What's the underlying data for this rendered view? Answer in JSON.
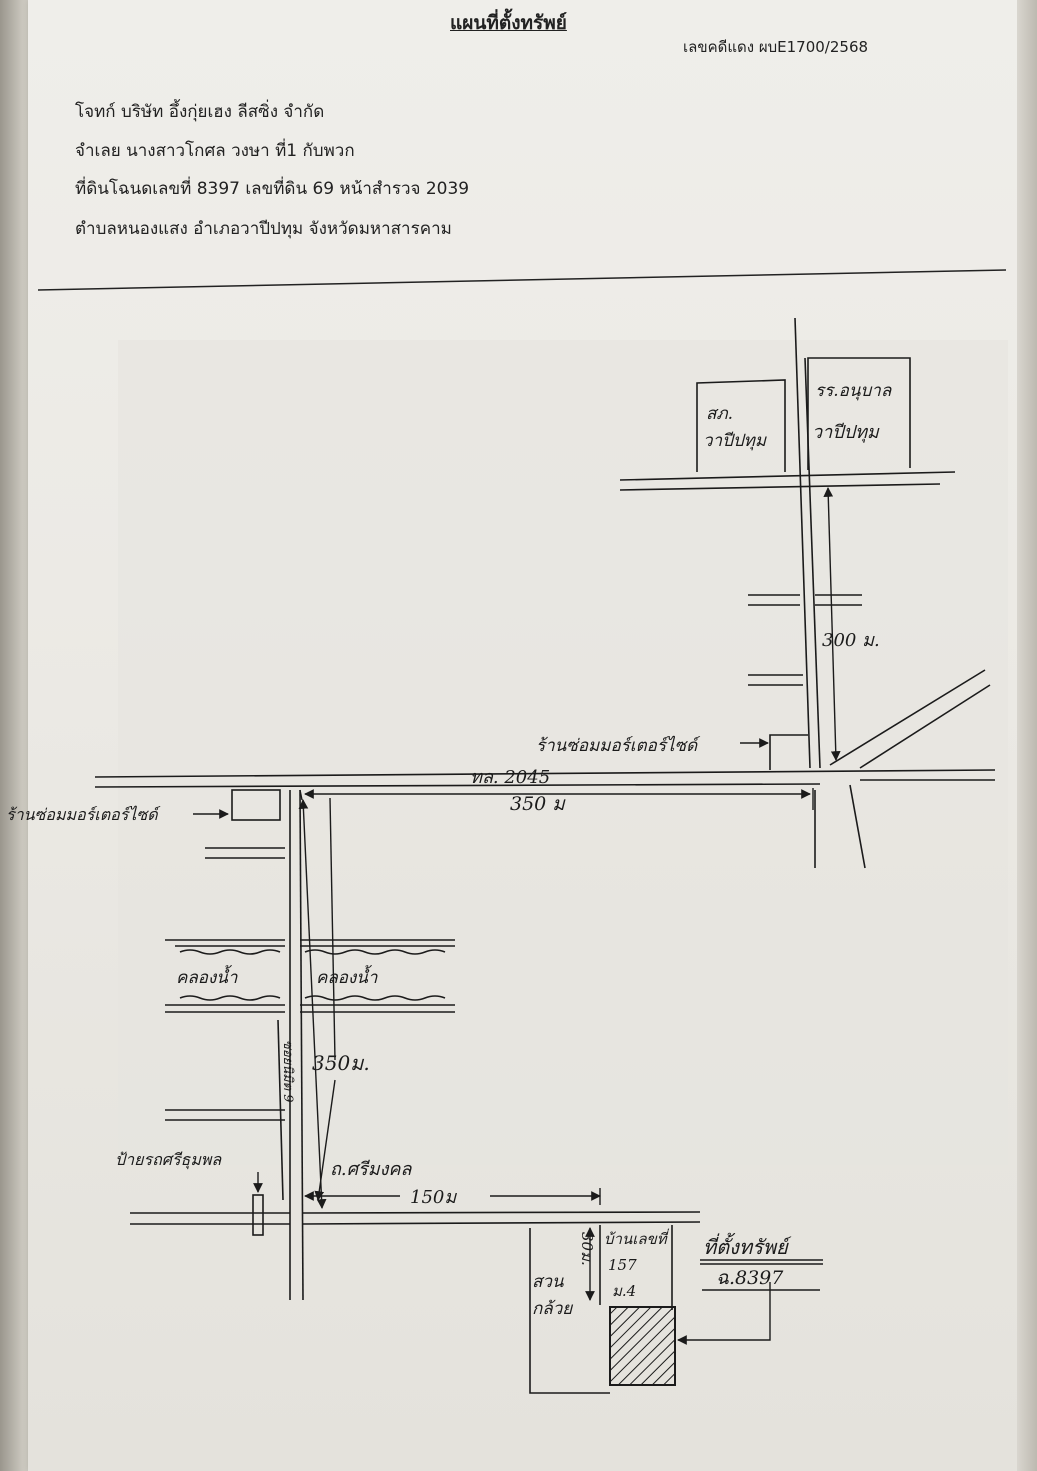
{
  "header": {
    "title": "แผนที่ตั้งทรัพย์",
    "case_number": "เลขคดีแดง ผบE1700/2568",
    "lines": [
      "โจทก์ บริษัท อึ้งกุ่ยเฮง ลีสซิ่ง จำกัด",
      "จำเลย นางสาวโกศล วงษา ที่1 กับพวก",
      "ที่ดินโฉนดเลขที่ 8397 เลขที่ดิน 69 หน้าสำรวจ 2039",
      "ตำบลหนองแสง  อำเภอวาปีปทุม  จังหวัดมหาสารคาม"
    ]
  },
  "map": {
    "labels": {
      "health_center": [
        "สภ.",
        "วาปีปทุม"
      ],
      "school": [
        "รร.อนุบาล",
        "วาปีปทุม"
      ],
      "dist_300": "300 ม.",
      "repair_shop_right": "ร้านซ่อมมอร์เตอร์ไซด์",
      "highway": "ทล. 2045",
      "dist_350_h": "350  ม",
      "repair_shop_left": "ร้านซ่อมมอร์เตอร์ไซด์",
      "canal_left": "คลองน้ำ",
      "canal_right": "คลองน้ำ",
      "dist_350_v": "350ม.",
      "side_road": "ซอยนิมิต 9",
      "bus_stop": "ป้ายรถศรีธุมพล",
      "road_name": "ถ.ศรีมงคล",
      "dist_150": "150ม",
      "dist_30": "30ม.",
      "house": [
        "บ้านเลขที่",
        "157",
        "ม.4"
      ],
      "banana": [
        "สวน",
        "กล้วย"
      ],
      "property_title": "ที่ตั้งทรัพย์",
      "property_deed": "ฉ.8397"
    }
  }
}
